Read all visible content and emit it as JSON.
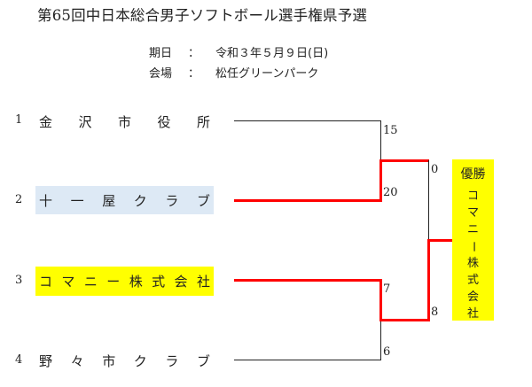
{
  "title": "第65回中日本総合男子ソフトボール選手権県予選",
  "info": {
    "date_label": "期日",
    "date_sep": "：",
    "date_value": "令和３年５月９日(日)",
    "venue_label": "会場",
    "venue_sep": "：",
    "venue_value": "松任グリーンパーク"
  },
  "teams": [
    {
      "seed": "1",
      "name": [
        "金",
        "沢",
        "市",
        "役",
        "所"
      ],
      "highlight": "none"
    },
    {
      "seed": "2",
      "name": [
        "十",
        "一",
        "屋",
        "ク",
        "ラ",
        "ブ"
      ],
      "highlight": "#dde9f5"
    },
    {
      "seed": "3",
      "name": [
        "コ",
        "マ",
        "ニ",
        "ー",
        "株",
        "式",
        "会",
        "社"
      ],
      "highlight": "#ffff00"
    },
    {
      "seed": "4",
      "name": [
        "野",
        "々",
        "市",
        "ク",
        "ラ",
        "ブ"
      ],
      "highlight": "none"
    }
  ],
  "scores": {
    "semi1_team1": "15",
    "semi1_team2": "20",
    "semi2_team3": "7",
    "semi2_team4": "6",
    "final_top": "0",
    "final_bottom": "8"
  },
  "winner": {
    "label": "優勝",
    "name": [
      "コ",
      "マ",
      "ニ",
      "ー",
      "株",
      "式",
      "会",
      "社"
    ]
  },
  "colors": {
    "winning_path": "#ff0000",
    "bracket_line": "#222222",
    "winner_box": "#ffff00"
  }
}
